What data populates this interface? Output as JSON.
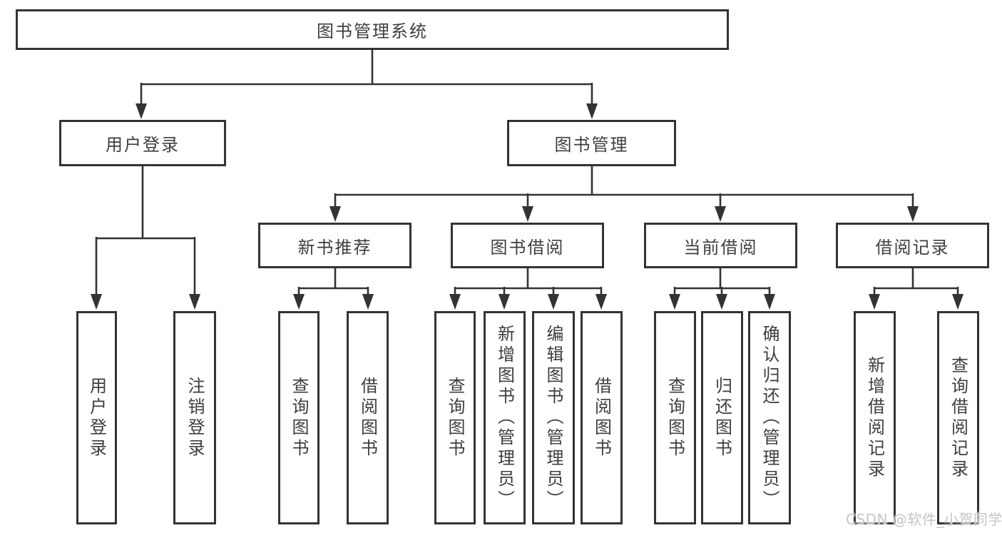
{
  "title": "图书管理系统",
  "tree": {
    "user_login": {
      "label": "用户登录",
      "children": [
        "用户登录",
        "注销登录"
      ]
    },
    "book_management": {
      "label": "图书管理",
      "sections": {
        "new_book": {
          "label": "新书推荐",
          "children": [
            "查询图书",
            "借阅图书"
          ]
        },
        "book_borrow": {
          "label": "图书借阅",
          "children": [
            "查询图书",
            "新增图书（管理员）",
            "编辑图书（管理员）",
            "借阅图书"
          ]
        },
        "current_borrow": {
          "label": "当前借阅",
          "children": [
            "查询图书",
            "归还图书",
            "确认归还（管理员）"
          ]
        },
        "borrow_records": {
          "label": "借阅记录",
          "children": [
            "新增借阅记录",
            "查询借阅记录"
          ]
        }
      }
    }
  },
  "watermark": "CSDN @软件_小贺同学",
  "colors": {
    "border": "#333333",
    "text": "#3e3e3e",
    "line": "#333333",
    "watermark": "#c5c5c5",
    "background": "#ffffff"
  }
}
